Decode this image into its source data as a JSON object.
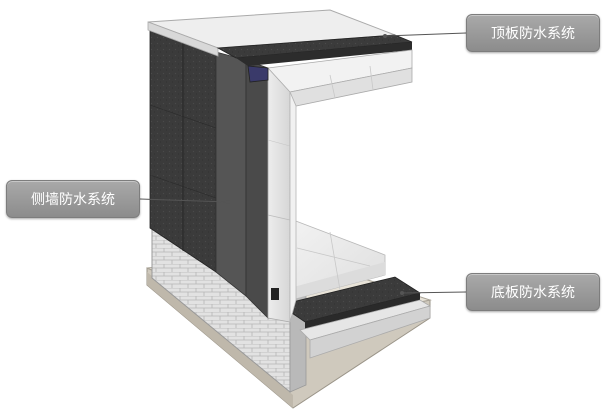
{
  "labels": {
    "roof": "顶板防水系统",
    "wall": "侧墙防水系统",
    "floor": "底板防水系统"
  },
  "colors": {
    "membrane": "#3a3a3a",
    "concrete": "#ececec",
    "brick": "#dcdcdc",
    "callout": "#999999",
    "leader": "#555555"
  }
}
